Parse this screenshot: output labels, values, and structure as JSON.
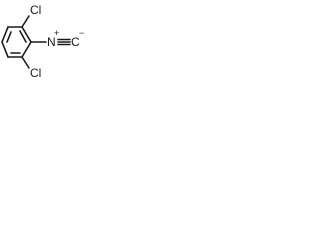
{
  "molecule": {
    "name": "",
    "atoms": {
      "top_substituent": "Cl",
      "bottom_substituent": "Cl",
      "nitrogen": "N",
      "nitrogen_charge": "+",
      "terminal_carbon": "C",
      "terminal_carbon_charge": "−"
    }
  }
}
